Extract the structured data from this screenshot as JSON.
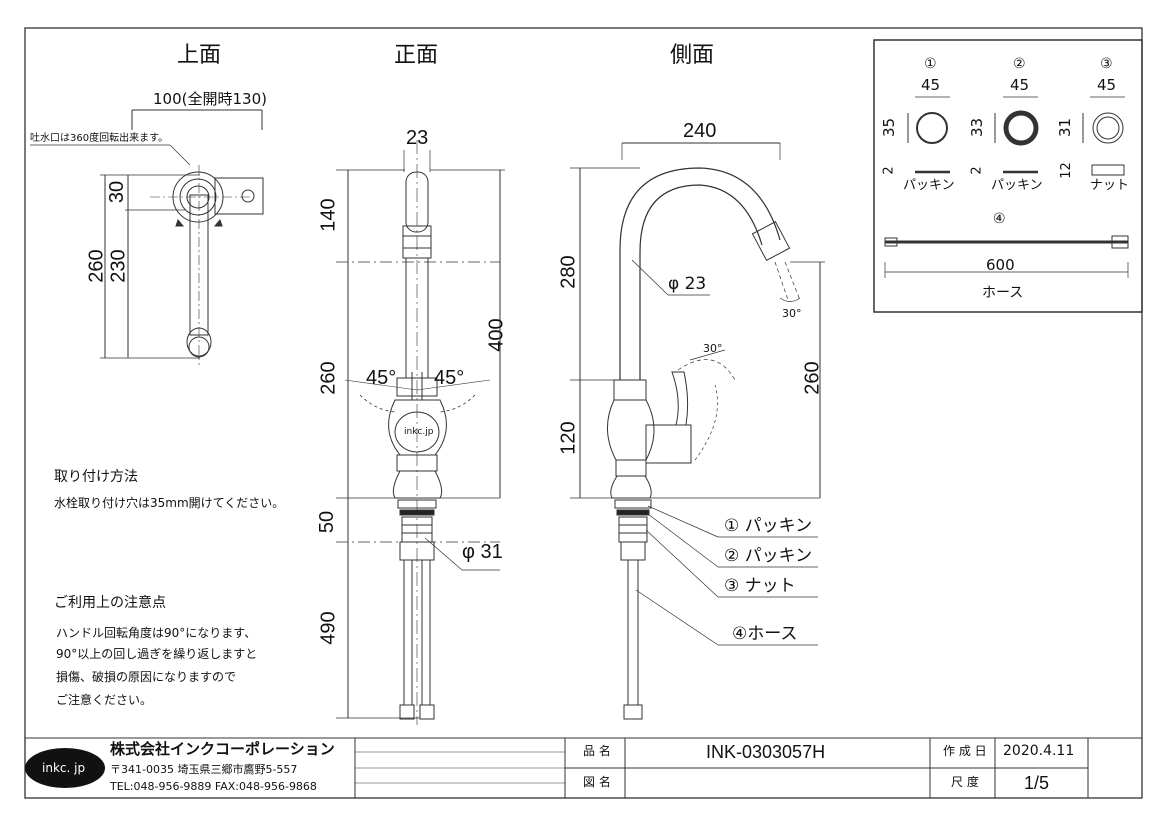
{
  "views": {
    "top": "上面",
    "front": "正面",
    "side": "側面"
  },
  "top_view": {
    "dim_open": "100(全開時130)",
    "rotation_note": "吐水口は360度回転出来ます。",
    "dim_30": "30",
    "dim_230": "230",
    "dim_260": "260"
  },
  "front_view": {
    "dim_23": "23",
    "dim_140": "140",
    "dim_400": "400",
    "dim_260": "260",
    "dim_50": "50",
    "dim_490": "490",
    "angle_left": "45°",
    "angle_right": "45°",
    "diameter": "φ 31",
    "logo_text": "inkc.jp"
  },
  "side_view": {
    "dim_240": "240",
    "dim_280": "280",
    "dim_120": "120",
    "dim_260": "260",
    "diameter": "φ 23",
    "angle_spout": "30°",
    "angle_handle": "30°",
    "callouts": [
      "① パッキン",
      "② パッキン",
      "③ ナット",
      "④ホース"
    ]
  },
  "parts_box": {
    "parts": [
      {
        "num": "①",
        "width": "45",
        "height": "35",
        "thick": "2",
        "label": "パッキン"
      },
      {
        "num": "②",
        "width": "45",
        "height": "33",
        "thick": "2",
        "label": "パッキン"
      },
      {
        "num": "③",
        "width": "45",
        "height": "31",
        "thick": "12",
        "label": "ナット"
      }
    ],
    "hose": {
      "num": "④",
      "length": "600",
      "label": "ホース"
    }
  },
  "install": {
    "title": "取り付け方法",
    "text": "水栓取り付け穴は35mm開けてください。"
  },
  "caution": {
    "title": "ご利用上の注意点",
    "lines": [
      "ハンドル回転角度は90°になります、",
      "90°以上の回し過ぎを繰り返しますと",
      "損傷、破損の原因になりますので",
      "ご注意ください。"
    ]
  },
  "title_block": {
    "logo": "inkc. jp",
    "company": "株式会社インクコーポレーション",
    "address": "〒341-0035 埼玉県三郷市鷹野5-557",
    "contact": "TEL:048-956-9889  FAX:048-956-9868",
    "product_label": "品 名",
    "product_value": "INK-0303057H",
    "drawing_label": "図 名",
    "drawing_value": "",
    "date_label": "作 成 日",
    "date_value": "2020.4.11",
    "scale_label": "尺 度",
    "scale_value": "1/5"
  }
}
